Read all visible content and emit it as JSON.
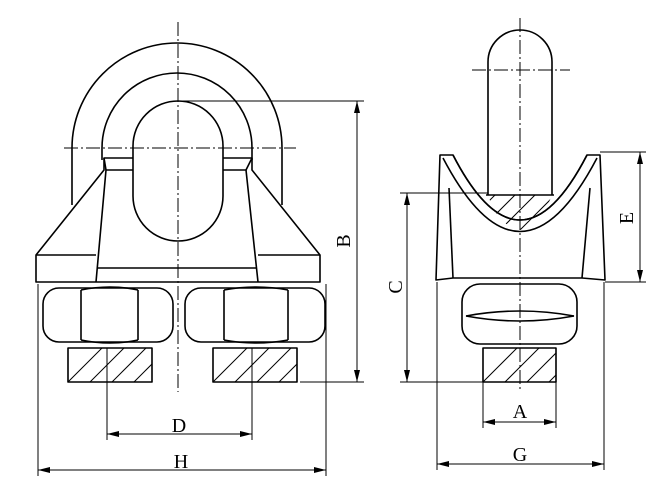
{
  "labels": {
    "A": "A",
    "B": "B",
    "C": "C",
    "D": "D",
    "E": "E",
    "G": "G",
    "H": "H"
  }
}
